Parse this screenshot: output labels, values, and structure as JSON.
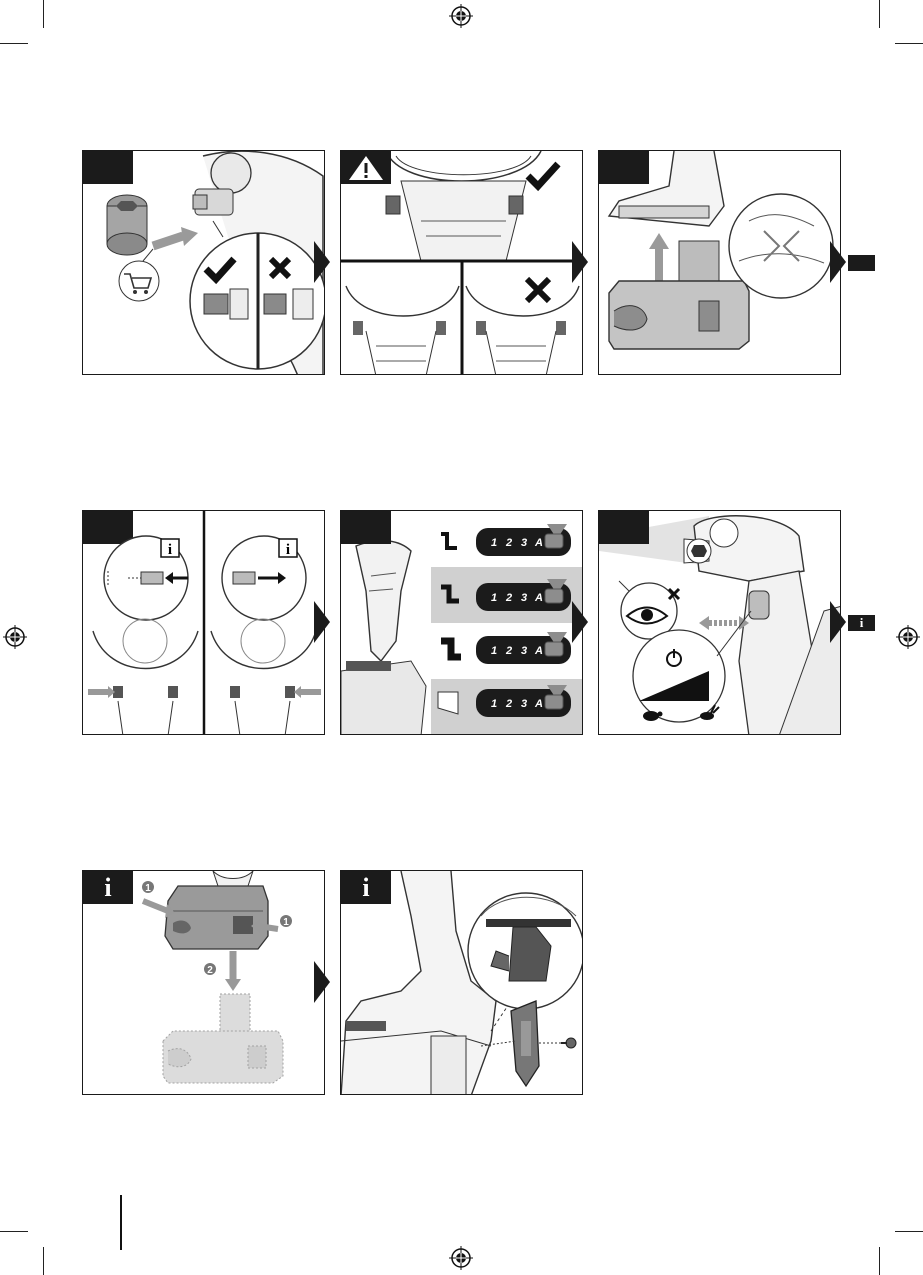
{
  "colors": {
    "ink": "#1b1b1b",
    "shade": "#bdbdbd",
    "mid": "#8a8a8a",
    "light": "#e6e6e6"
  },
  "row2": {
    "led_labels": [
      "1",
      "2",
      "3",
      "A"
    ],
    "info_symbol": "i"
  },
  "row3": {
    "step_numbers": {
      "press_a": "1",
      "press_b": "1",
      "slide": "2"
    }
  },
  "side_tags": {
    "row2_info": "i"
  },
  "icons": {
    "registration": "registration-mark-icon",
    "warning": "warning-triangle-icon",
    "check": "check-icon",
    "cross": "cross-icon",
    "cart": "shopping-cart-icon",
    "info": "info-icon",
    "eye": "eye-icon",
    "power": "power-icon",
    "turtle": "turtle-icon",
    "rabbit": "rabbit-icon",
    "screw": "screw-icon"
  }
}
